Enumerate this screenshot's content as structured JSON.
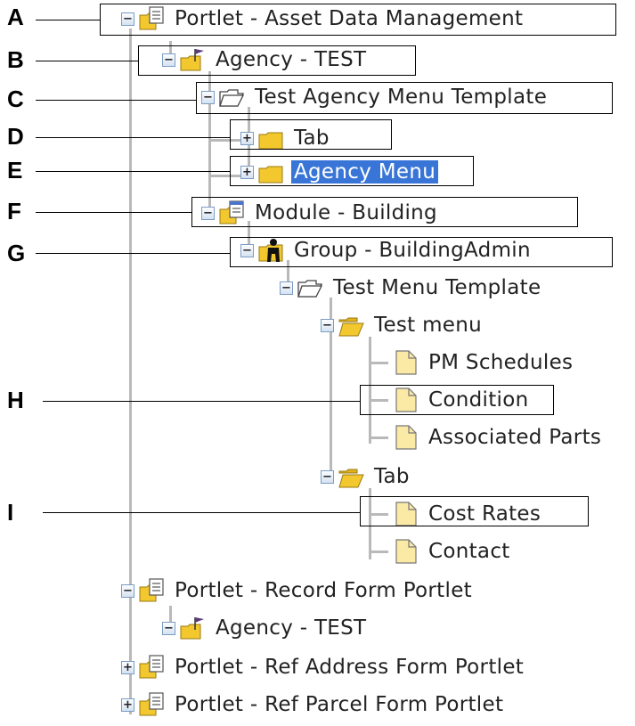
{
  "callouts": [
    "A",
    "B",
    "C",
    "D",
    "E",
    "F",
    "G",
    "H",
    "I"
  ],
  "tree": [
    {
      "label": "Portlet - Asset Data Management",
      "toggle": "−",
      "icon": "portlet-folder-icon"
    },
    {
      "label": "Agency - TEST",
      "toggle": "−",
      "icon": "agency-folder-flag-icon"
    },
    {
      "label": "Test Agency Menu Template",
      "toggle": "−",
      "icon": "open-folder-outline-icon"
    },
    {
      "label": "Tab",
      "toggle": "+",
      "icon": "folder-icon"
    },
    {
      "label": "Agency Menu",
      "toggle": "+",
      "icon": "folder-icon",
      "selected": true
    },
    {
      "label": "Module - Building",
      "toggle": "−",
      "icon": "module-folder-icon"
    },
    {
      "label": "Group - BuildingAdmin",
      "toggle": "−",
      "icon": "group-person-icon"
    },
    {
      "label": "Test Menu Template",
      "toggle": "−",
      "icon": "open-folder-outline-icon"
    },
    {
      "label": "Test menu",
      "toggle": "−",
      "icon": "open-folder-icon"
    },
    {
      "label": "PM Schedules",
      "toggle": "",
      "icon": "page-icon"
    },
    {
      "label": "Condition",
      "toggle": "",
      "icon": "page-icon"
    },
    {
      "label": "Associated Parts",
      "toggle": "",
      "icon": "page-icon"
    },
    {
      "label": "Tab",
      "toggle": "−",
      "icon": "open-folder-icon"
    },
    {
      "label": "Cost Rates",
      "toggle": "",
      "icon": "page-icon"
    },
    {
      "label": "Contact",
      "toggle": "",
      "icon": "page-icon"
    },
    {
      "label": "Portlet - Record Form Portlet",
      "toggle": "−",
      "icon": "portlet-folder-icon"
    },
    {
      "label": "Agency - TEST",
      "toggle": "−",
      "icon": "agency-folder-flag-icon"
    },
    {
      "label": "Portlet - Ref Address Form Portlet",
      "toggle": "+",
      "icon": "portlet-folder-icon"
    },
    {
      "label": "Portlet - Ref Parcel Form Portlet",
      "toggle": "+",
      "icon": "portlet-folder-icon"
    }
  ],
  "colors": {
    "selected_bg": "#3875d7",
    "connector": "#b9b9b9",
    "folder": "#f3c82e"
  }
}
